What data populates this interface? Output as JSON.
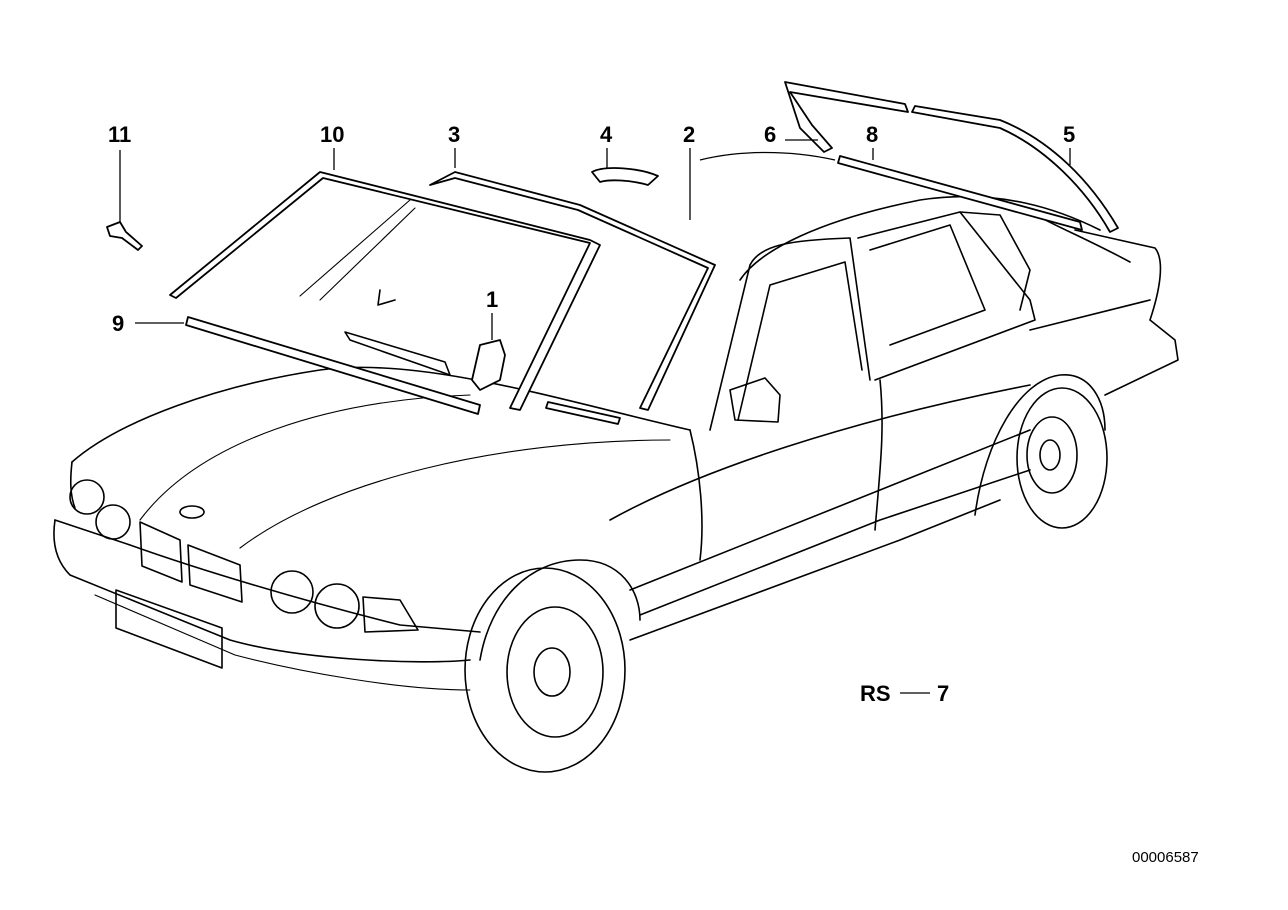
{
  "callouts": {
    "c1": "1",
    "c2": "2",
    "c3": "3",
    "c4": "4",
    "c5": "5",
    "c6": "6",
    "c8": "8",
    "c9": "9",
    "c10": "10",
    "c11": "11"
  },
  "reference": {
    "prefix": "RS",
    "number": "7"
  },
  "diagram_id": "00006587"
}
